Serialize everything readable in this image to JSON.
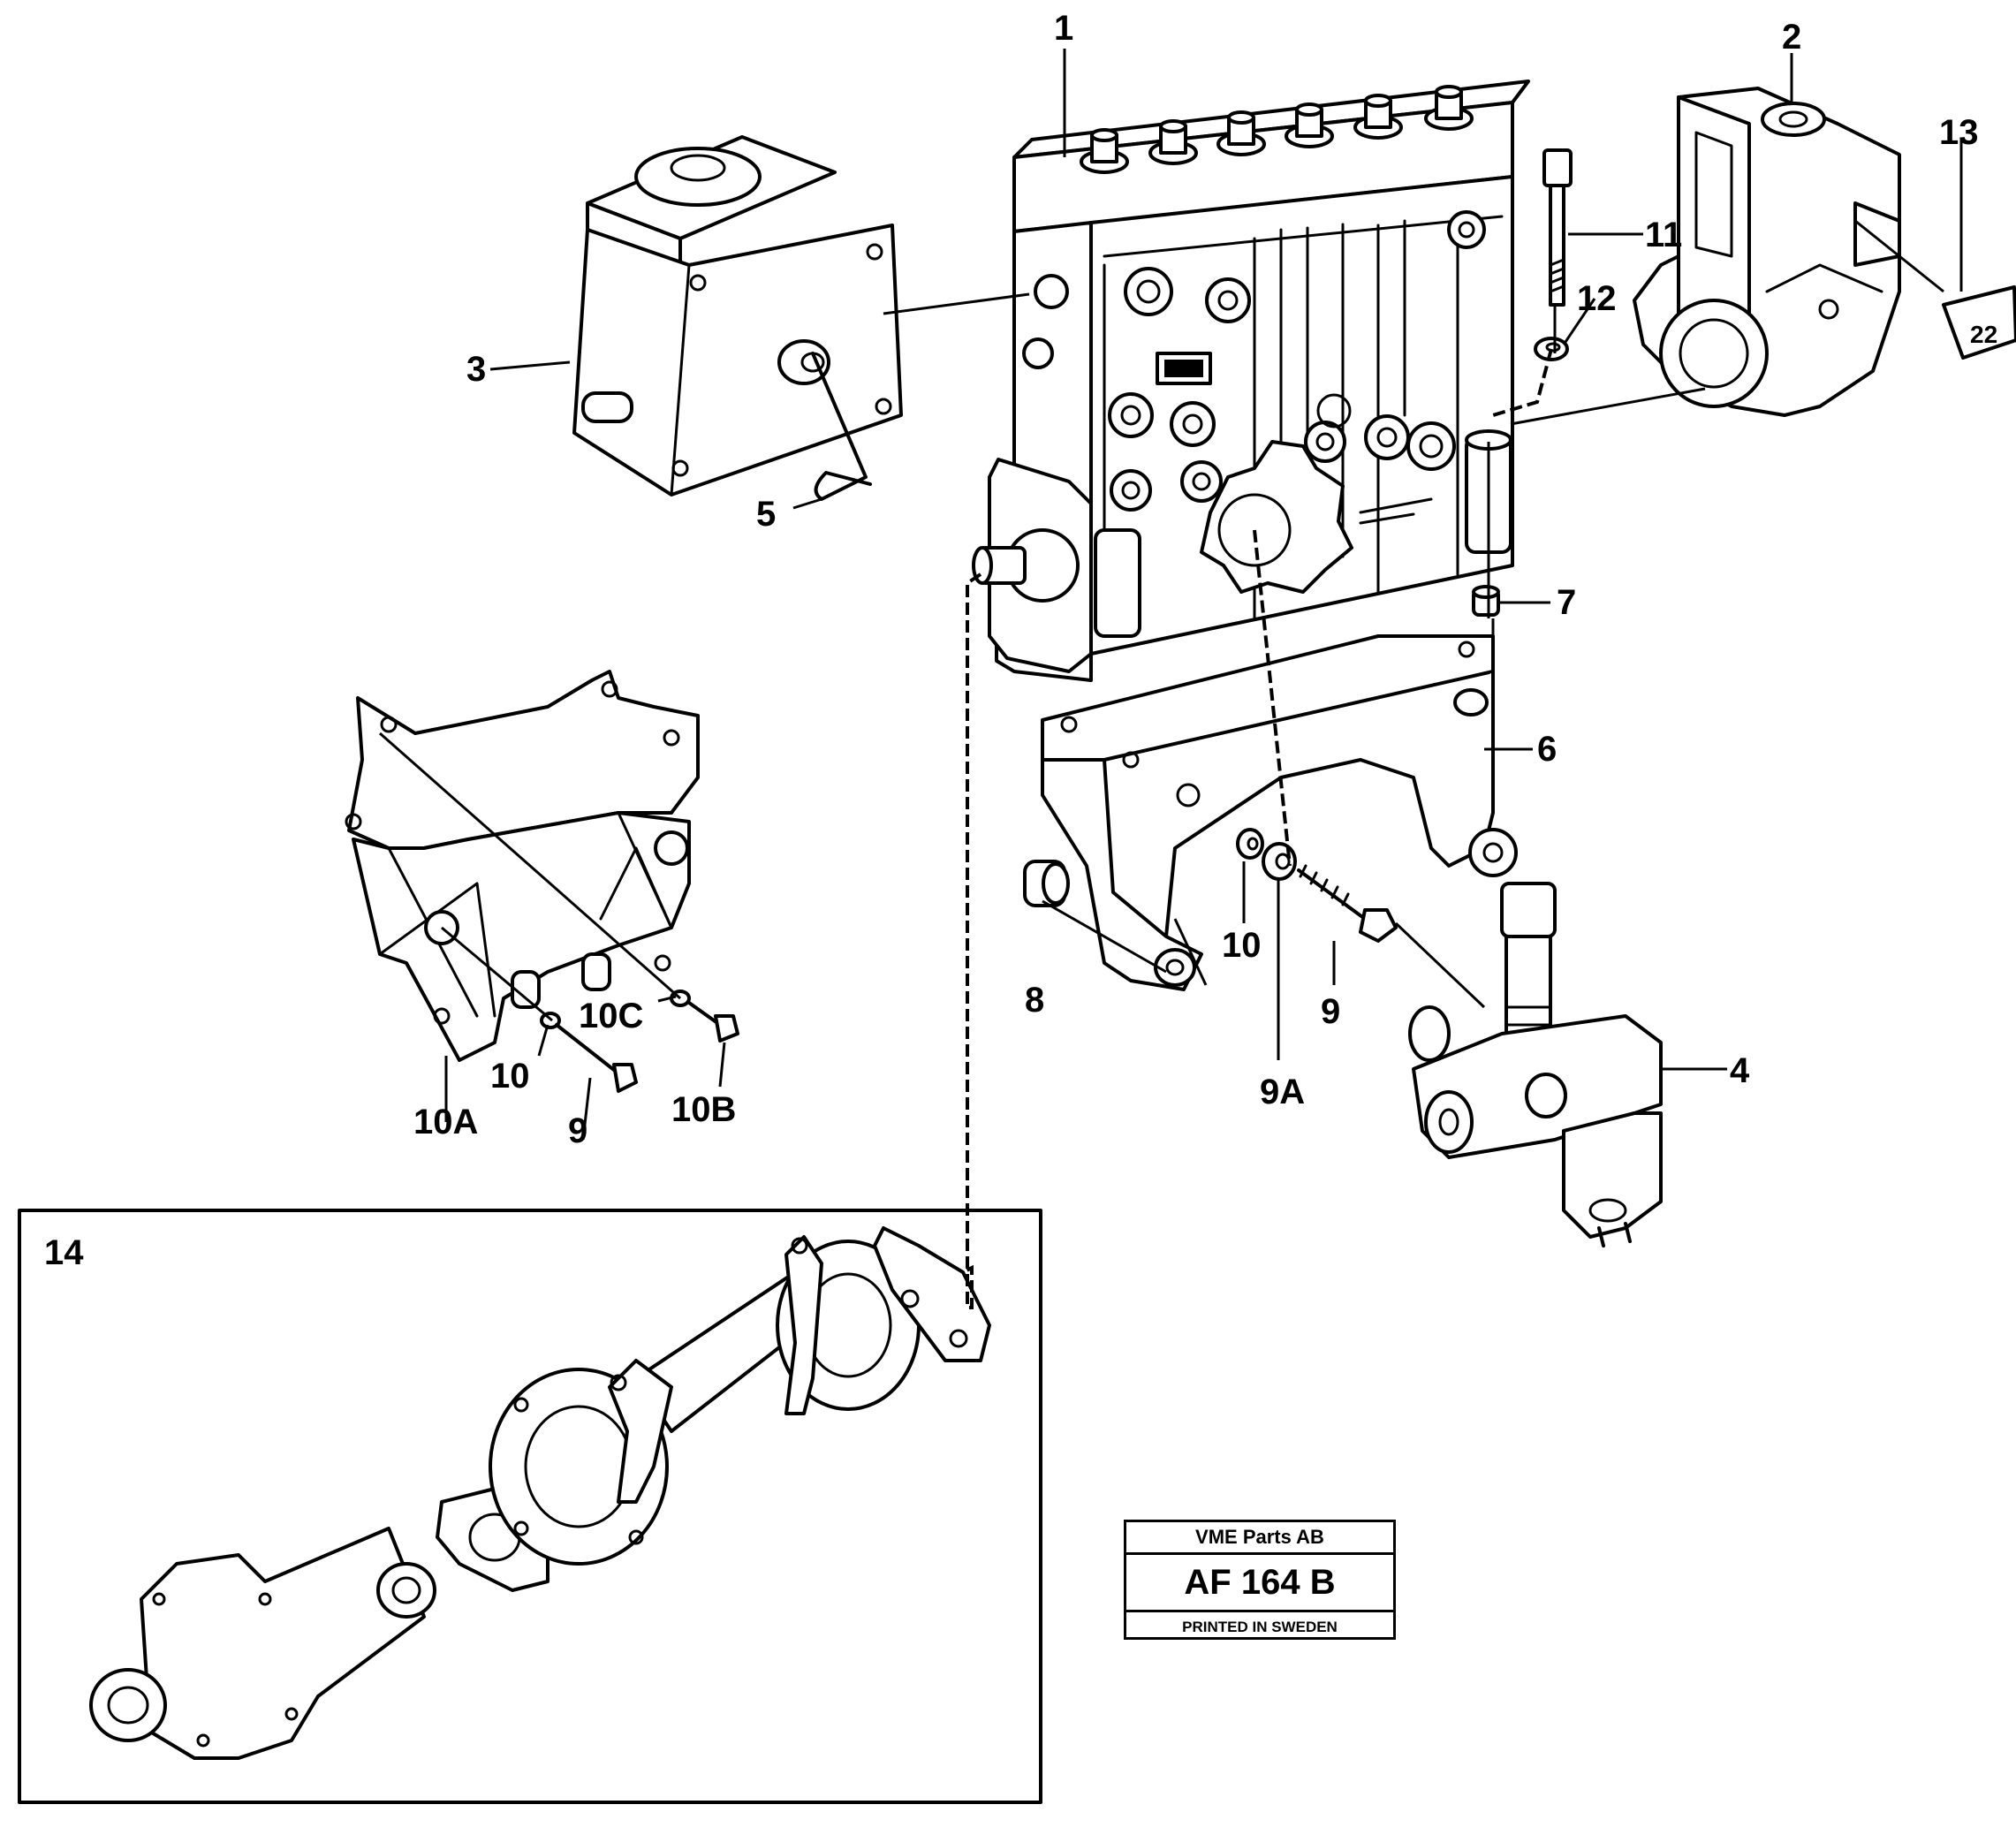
{
  "callouts": {
    "c1": "1",
    "c2": "2",
    "c3": "3",
    "c4": "4",
    "c5": "5",
    "c6": "6",
    "c7": "7",
    "c8": "8",
    "c9a": "9",
    "c9b": "9",
    "c9A": "9A",
    "c10a": "10",
    "c10b": "10",
    "c10A": "10A",
    "c10B": "10B",
    "c10C": "10C",
    "c11": "11",
    "c12": "12",
    "c13": "13",
    "c14": "14"
  },
  "tag13_text": "22",
  "stamp": {
    "company": "VME Parts AB",
    "code": "AF 164 B",
    "printed": "PRINTED IN SWEDEN"
  }
}
